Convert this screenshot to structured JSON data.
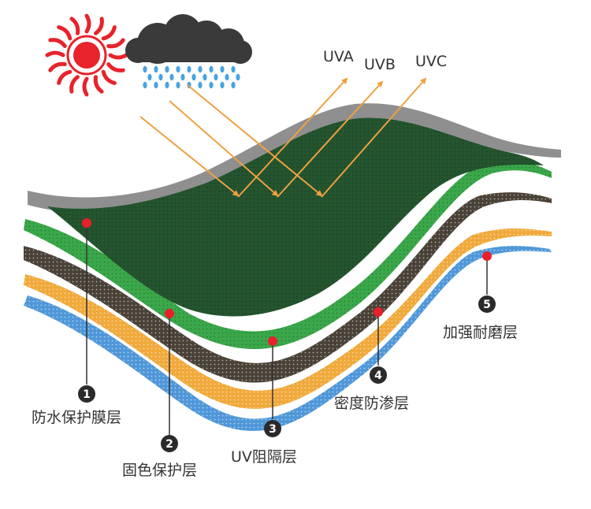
{
  "rays": [
    {
      "label": "UVA"
    },
    {
      "label": "UVB"
    },
    {
      "label": "UVC"
    }
  ],
  "layers": [
    {
      "number": "1",
      "label": "防水保护膜层"
    },
    {
      "number": "2",
      "label": "固色保护层"
    },
    {
      "number": "3",
      "label": "UV阻隔层"
    },
    {
      "number": "4",
      "label": "密度防渗层"
    },
    {
      "number": "5",
      "label": "加强耐磨层"
    }
  ],
  "colors": {
    "layer_gray": "#8f8f8f",
    "layer_dark_green": "#24552f",
    "layer_green": "#3aa84a",
    "layer_brown": "#4a4137",
    "layer_orange": "#f0a93a",
    "layer_blue": "#4f97d8",
    "ray": "#f0a040",
    "marker": "#e8202a",
    "number_badge": "#2a2a2a",
    "sun": "#e8232b",
    "cloud": "#3a3a3a",
    "rain": "#4aa3e0"
  },
  "icons": [
    "sun-icon",
    "rain-cloud-icon"
  ]
}
